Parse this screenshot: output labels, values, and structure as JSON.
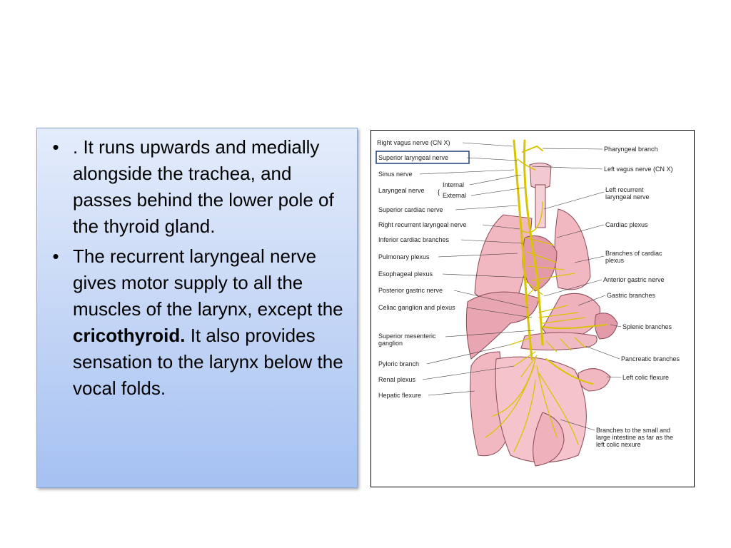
{
  "slide": {
    "bullets": [
      {
        "text": ". It runs upwards and medially alongside the trachea, and passes behind the lower pole of the thyroid gland."
      },
      {
        "text_before": "The recurrent laryngeal nerve gives motor supply to all the muscles of the larynx, except the ",
        "bold": "cricothyroid.",
        "text_after": " It also provides sensation to the larynx below the vocal folds."
      }
    ],
    "bullet_glyph": "•"
  },
  "figure": {
    "left_labels": {
      "right_vagus": "Right vagus nerve (CN X)",
      "superior_laryngeal": "Superior laryngeal nerve",
      "sinus": "Sinus nerve",
      "laryngeal": "Laryngeal nerve",
      "internal": "Internal",
      "external": "External",
      "superior_cardiac": "Superior cardiac nerve",
      "right_recurrent": "Right recurrent laryngeal nerve",
      "inferior_cardiac": "Inferior cardiac branches",
      "pulmonary": "Pulmonary plexus",
      "esophageal": "Esophageal plexus",
      "posterior_gastric": "Posterior gastric nerve",
      "celiac": "Celiac ganglion and plexus",
      "sup_mesenteric_1": "Superior mesenteric",
      "sup_mesenteric_2": "ganglion",
      "pyloric": "Pyloric branch",
      "renal": "Renal plexus",
      "hepatic": "Hepatic flexure"
    },
    "right_labels": {
      "pharyngeal": "Pharyngeal branch",
      "left_vagus": "Left vagus nerve (CN X)",
      "left_recurrent_1": "Left recurrent",
      "left_recurrent_2": "laryngeal nerve",
      "cardiac_plexus": "Cardiac plexus",
      "branches_cardiac_1": "Branches of cardiac",
      "branches_cardiac_2": "plexus",
      "anterior_gastric": "Anterior gastric nerve",
      "gastric_branches": "Gastric branches",
      "splenic": "Splenic branches",
      "pancreatic": "Pancreatic branches",
      "left_colic": "Left colic flexure",
      "intestine_1": "Branches to the small and",
      "intestine_2": "large intestine as far as the",
      "intestine_3": "left colic nexure"
    },
    "colors": {
      "nerve": "#d9c400",
      "organ": "#f2b8c2",
      "organ_dark": "#e39aa8",
      "highlight_box": "#1f3f78"
    }
  }
}
